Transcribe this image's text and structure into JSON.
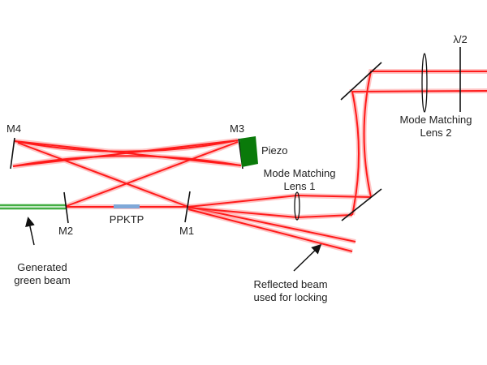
{
  "labels": {
    "m1": "M1",
    "m2": "M2",
    "m3": "M3",
    "m4": "M4",
    "piezo": "Piezo",
    "crystal": "PPKTP",
    "lens1_line1": "Mode Matching",
    "lens1_line2": "Lens 1",
    "lens2_line1": "Mode Matching",
    "lens2_line2": "Lens 2",
    "waveplate": "λ/2",
    "green_line1": "Generated",
    "green_line2": "green beam",
    "reflected_line1": "Reflected beam",
    "reflected_line2": "used for locking"
  },
  "colors": {
    "beam": "#ff1a1a",
    "green_beam": "#1a9a1a",
    "piezo": "#0a7a0a",
    "crystal": "#7fa8d8"
  }
}
